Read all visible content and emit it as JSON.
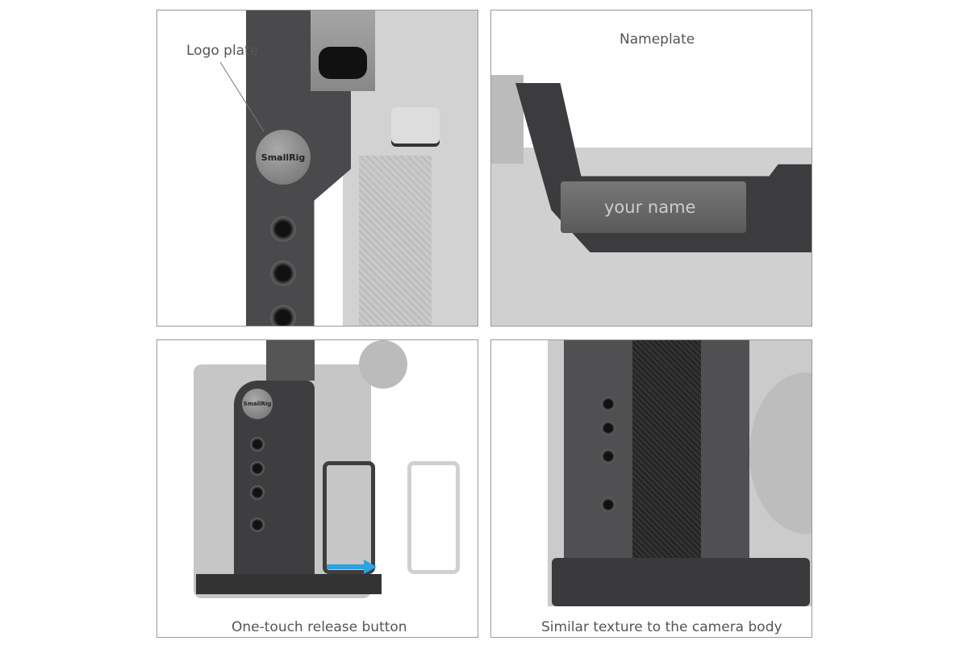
{
  "panels": [
    {
      "caption": "Logo plate",
      "logo_text": "SmallRig"
    },
    {
      "caption": "Nameplate",
      "nameplate_text": "your name"
    },
    {
      "caption": "One-touch release button",
      "logo_text": "SmallRig"
    },
    {
      "caption": "Similar texture to the camera body"
    }
  ],
  "colors": {
    "cage": "#4a4a4c",
    "camera": "#c8c8c8",
    "arrow": "#2aa3e0",
    "frame": "#9a9a9a"
  }
}
